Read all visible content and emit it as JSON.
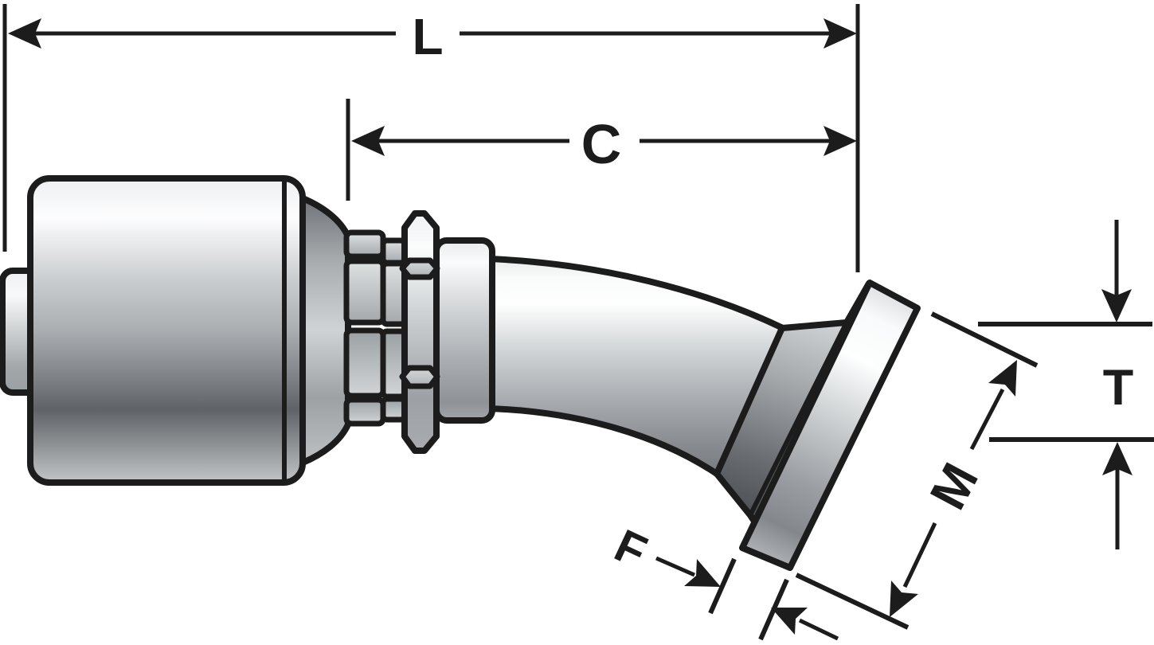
{
  "figure": {
    "kind": "technical-line-drawing",
    "background_color": "#ffffff",
    "line_color": "#1c1c1c",
    "metal_shades": {
      "highlight": "#fdfdfd",
      "light": "#e8eaec",
      "mid": "#b9bdc0",
      "dark": "#85898d",
      "shadow": "#45494d"
    },
    "labels": {
      "l": "L",
      "c": "C",
      "t": "T",
      "m": "M",
      "f": "F"
    }
  }
}
